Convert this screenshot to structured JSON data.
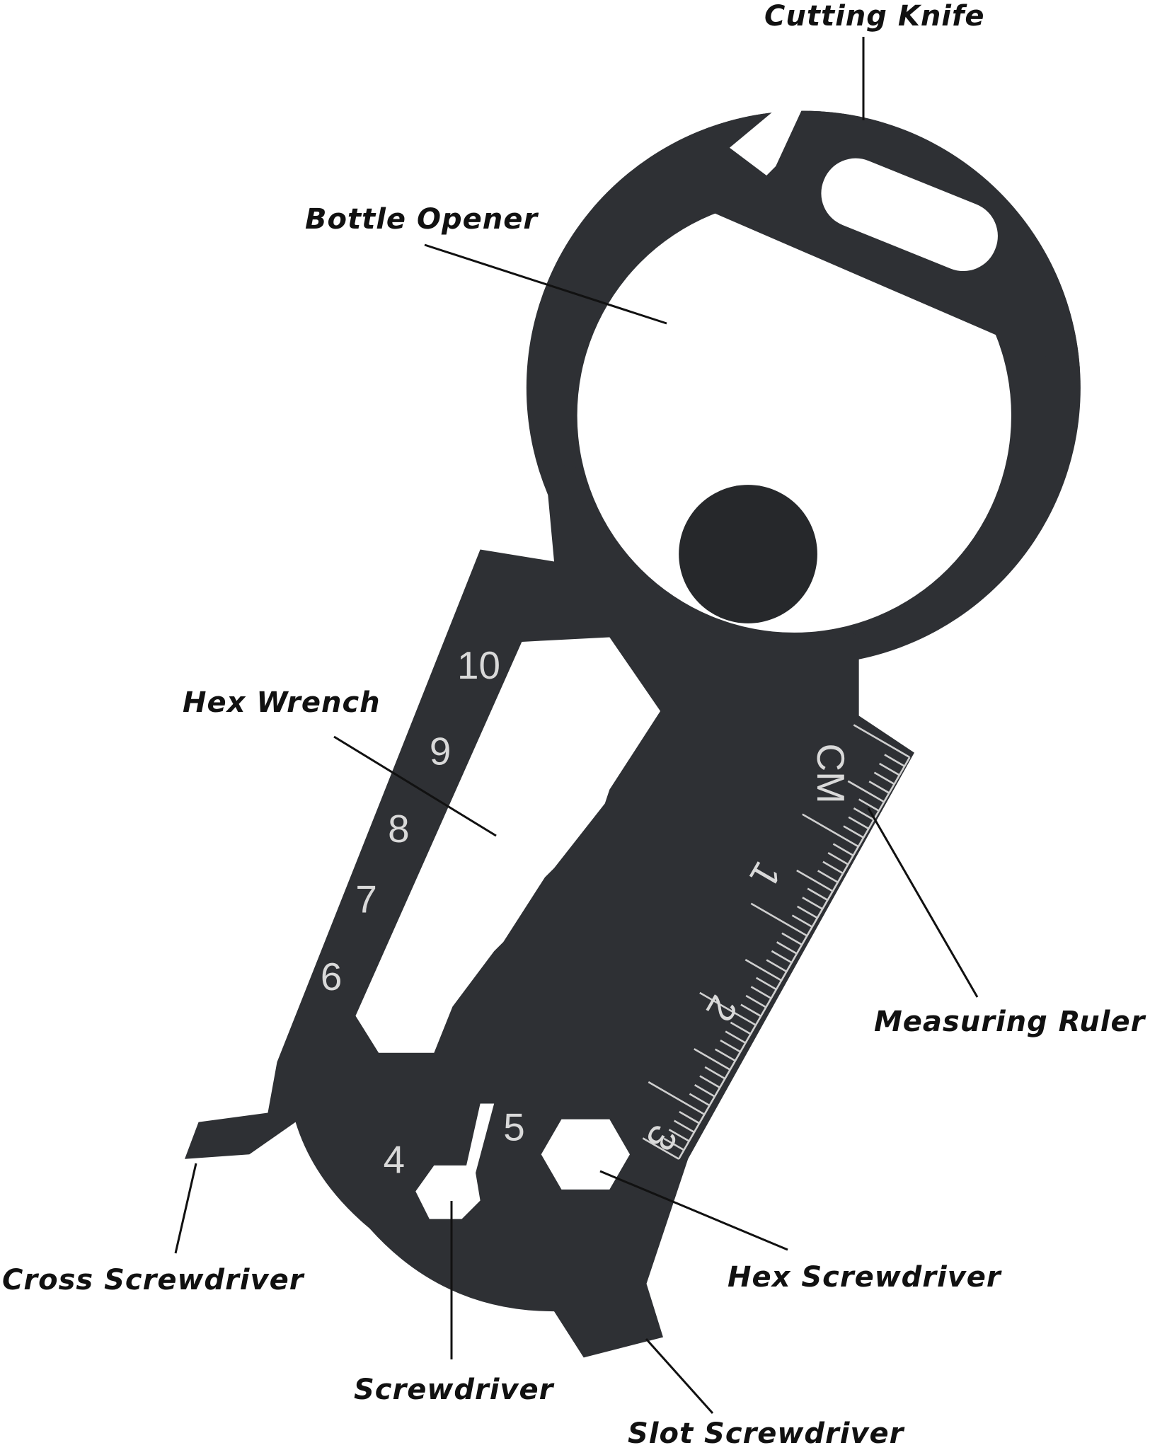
{
  "labels": {
    "cutting_knife": "Cutting Knife",
    "bottle_opener": "Bottle Opener",
    "hex_wrench": "Hex Wrench",
    "measuring_ruler": "Measuring Ruler",
    "cross_screwdriver": "Cross Screwdriver",
    "screwdriver": "Screwdriver",
    "hex_screwdriver": "Hex Screwdriver",
    "slot_screwdriver": "Slot Screwdriver"
  },
  "engraving": {
    "wrench_sizes": [
      "10",
      "9",
      "8",
      "7",
      "6"
    ],
    "small_sizes": [
      "5",
      "4"
    ],
    "ruler_unit": "CM",
    "ruler_numbers": [
      "1",
      "2",
      "3"
    ]
  },
  "colors": {
    "tool": "#2e3034",
    "background": "#ffffff",
    "text": "#111111"
  }
}
